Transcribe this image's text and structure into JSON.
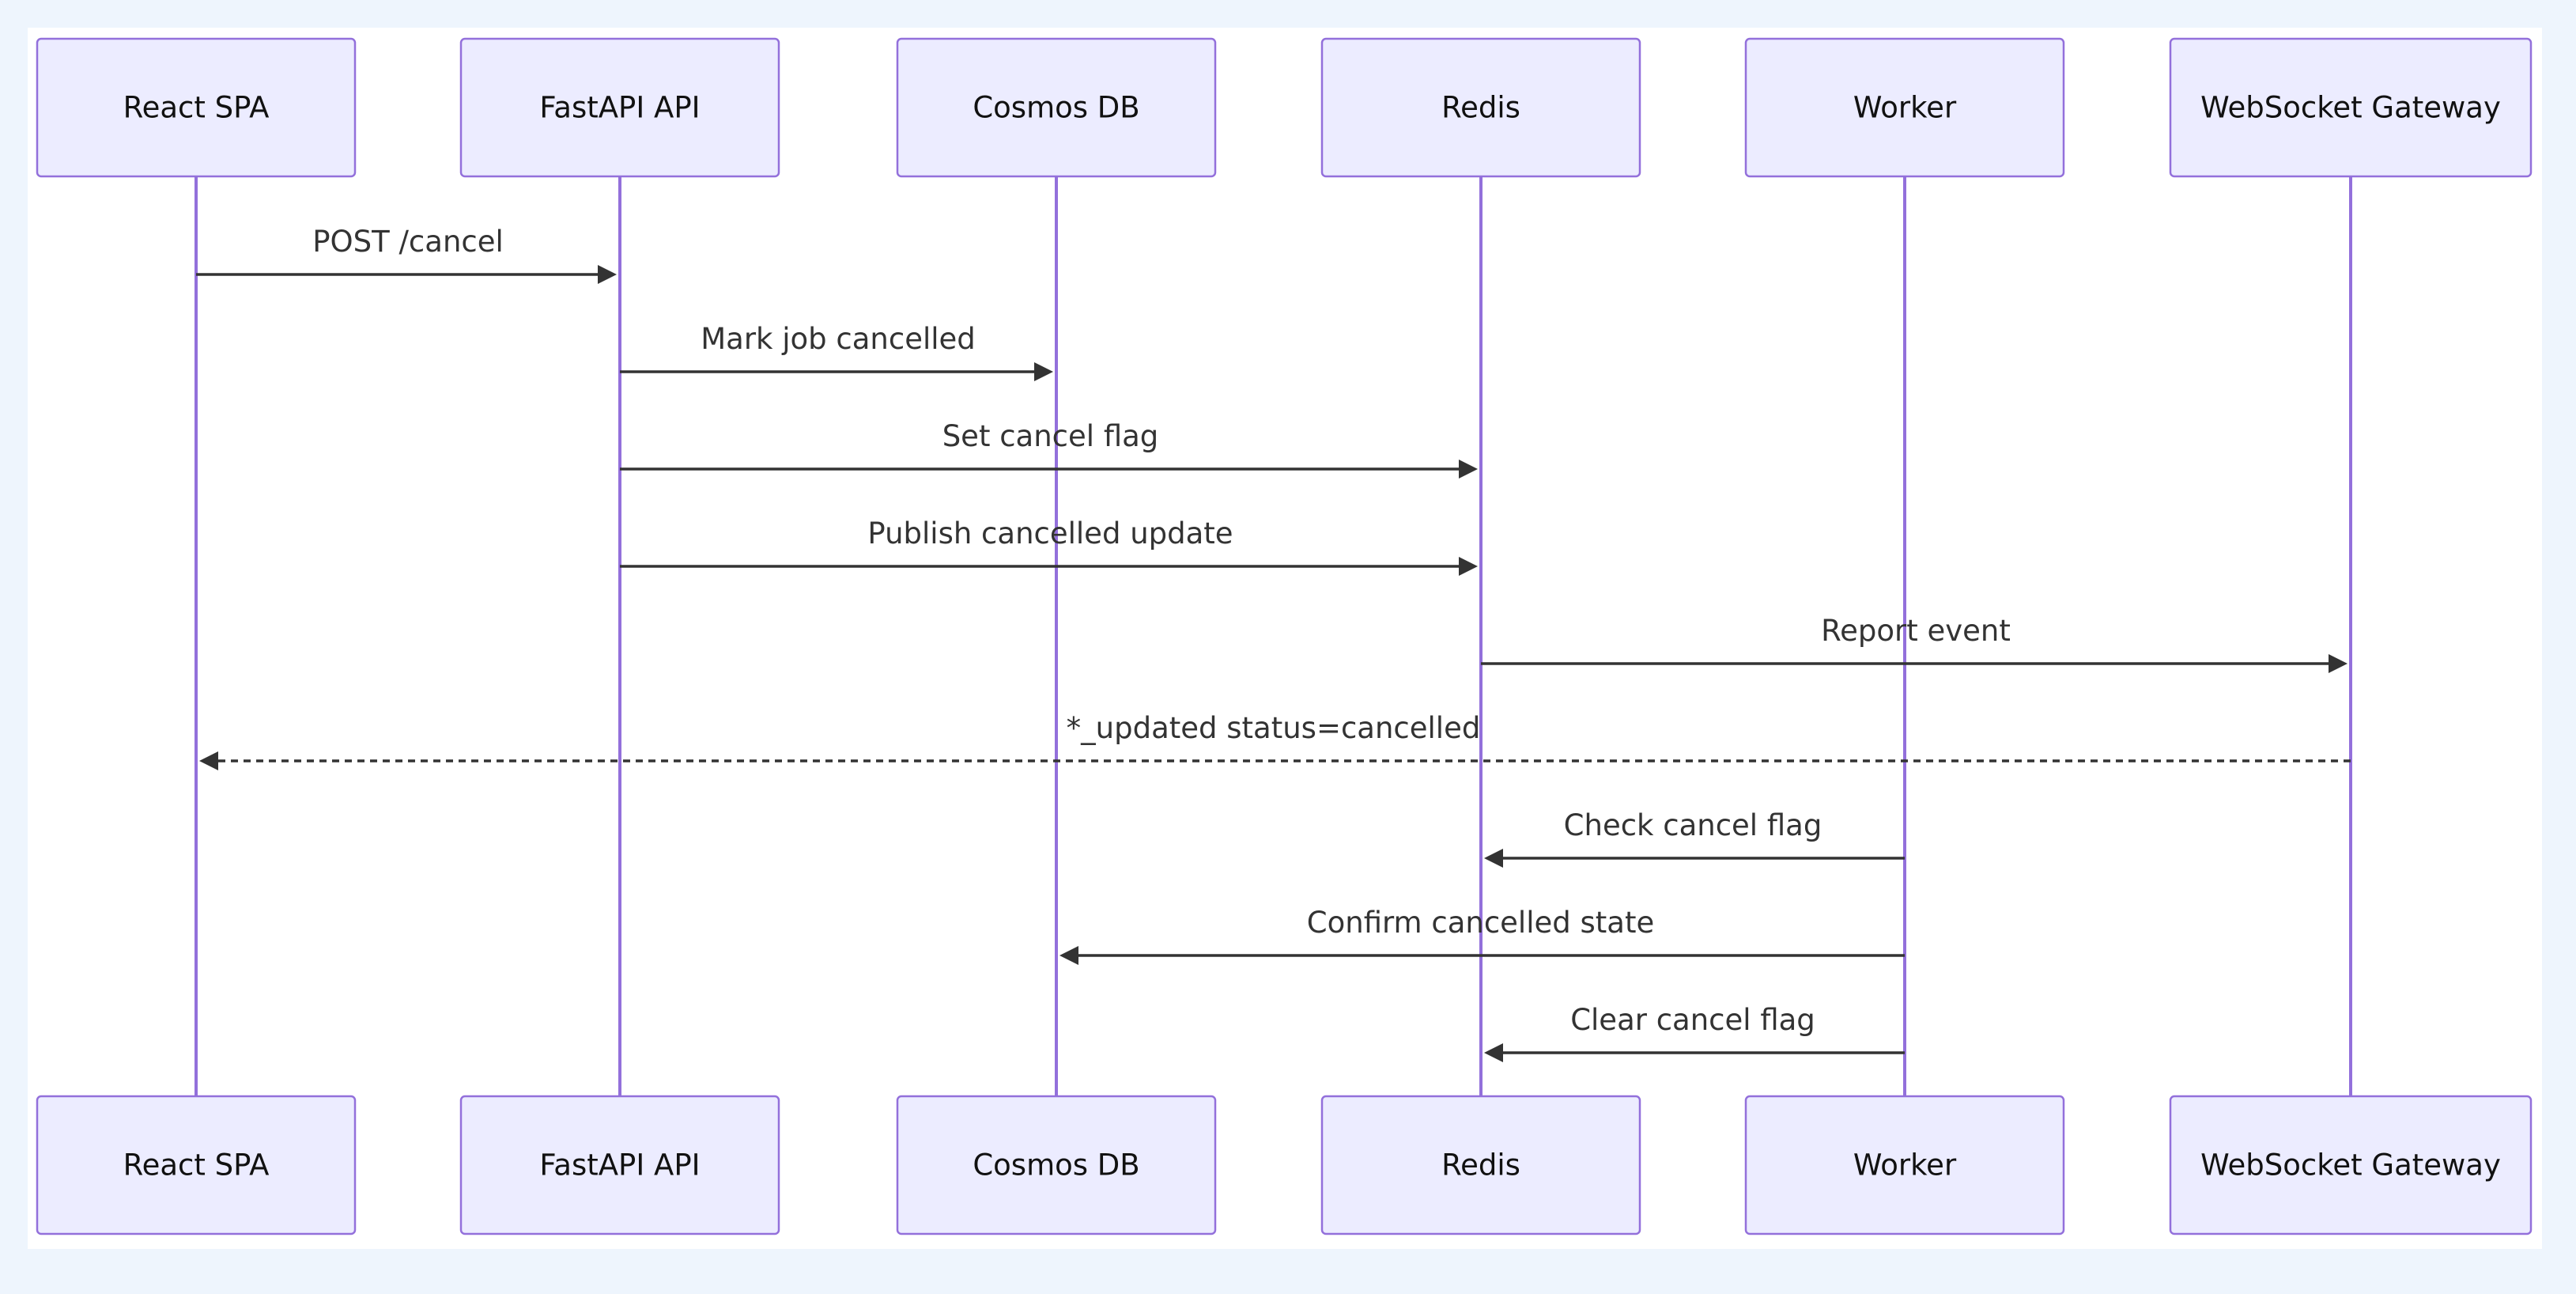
{
  "participants": [
    {
      "id": "react",
      "label": "React SPA"
    },
    {
      "id": "fastapi",
      "label": "FastAPI API"
    },
    {
      "id": "cosmos",
      "label": "Cosmos DB"
    },
    {
      "id": "redis",
      "label": "Redis"
    },
    {
      "id": "worker",
      "label": "Worker"
    },
    {
      "id": "wsgw",
      "label": "WebSocket Gateway"
    }
  ],
  "messages": [
    {
      "from": "react",
      "to": "fastapi",
      "label": "POST /cancel",
      "style": "solid"
    },
    {
      "from": "fastapi",
      "to": "cosmos",
      "label": "Mark job cancelled",
      "style": "solid"
    },
    {
      "from": "fastapi",
      "to": "redis",
      "label": "Set cancel flag",
      "style": "solid"
    },
    {
      "from": "fastapi",
      "to": "redis",
      "label": "Publish cancelled update",
      "style": "solid"
    },
    {
      "from": "redis",
      "to": "wsgw",
      "label": "Report event",
      "style": "solid"
    },
    {
      "from": "wsgw",
      "to": "react",
      "label": "*_updated status=cancelled",
      "style": "dashed"
    },
    {
      "from": "worker",
      "to": "redis",
      "label": "Check cancel flag",
      "style": "solid"
    },
    {
      "from": "worker",
      "to": "cosmos",
      "label": "Confirm cancelled state",
      "style": "solid"
    },
    {
      "from": "worker",
      "to": "redis",
      "label": "Clear cancel flag",
      "style": "solid"
    }
  ],
  "colors": {
    "actor_fill": "#ECECFF",
    "actor_stroke": "#9370DB",
    "lifeline": "#9370DB",
    "message": "#333333",
    "background": "#eef5fd"
  }
}
